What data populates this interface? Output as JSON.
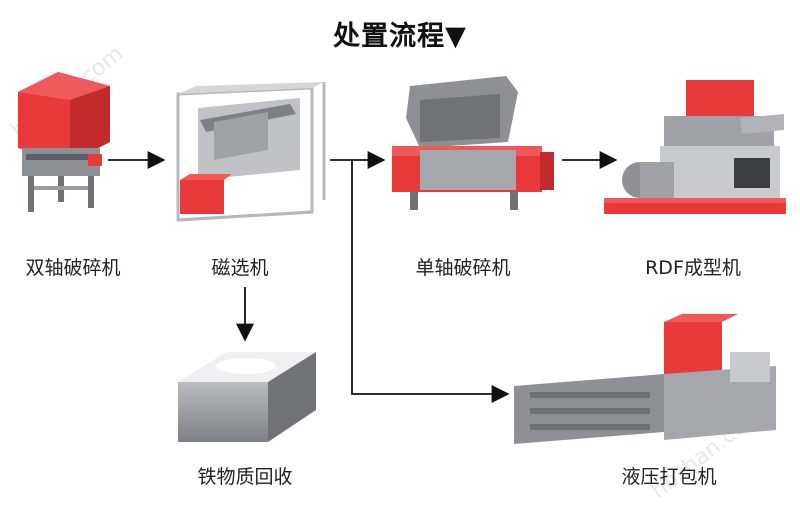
{
  "title": "处置流程▼",
  "nodes": {
    "twin_shaft_shredder": "双轴破碎机",
    "magnetic_separator": "磁选机",
    "single_shaft_shredder": "单轴破碎机",
    "rdf_forming_machine": "RDF成型机",
    "iron_recovery": "铁物质回收",
    "hydraulic_baler": "液压打包机"
  },
  "colors": {
    "machine_red": "#e8393b",
    "machine_grey": "#8d9196",
    "frame_grey": "#c8cbce",
    "arrow": "#111111"
  }
}
